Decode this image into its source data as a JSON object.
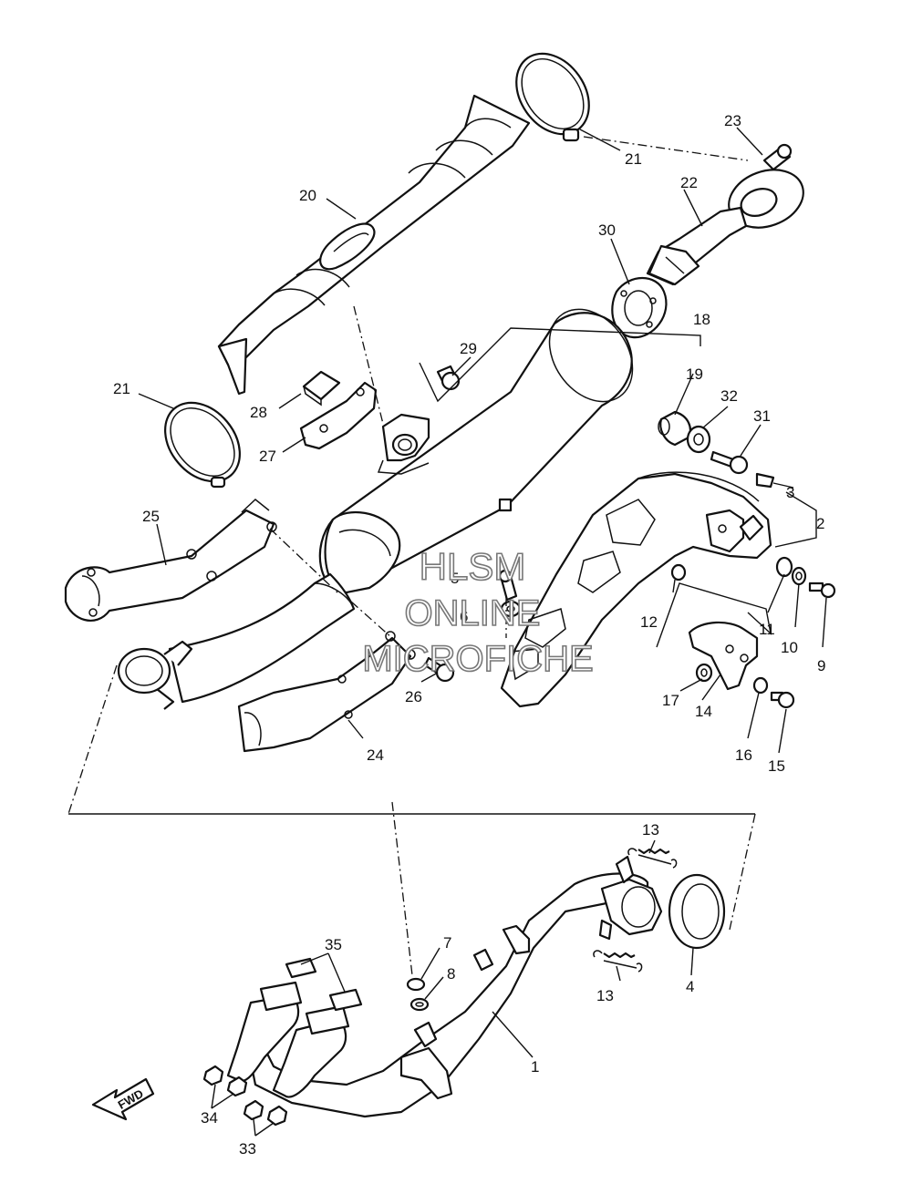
{
  "watermark": {
    "line1": "HLSM",
    "line2": "ONLINE",
    "line3": "MICROFICHE"
  },
  "fwd_label": "FWD",
  "callouts": [
    {
      "id": "c1",
      "label": "1"
    },
    {
      "id": "c2",
      "label": "2"
    },
    {
      "id": "c3",
      "label": "3"
    },
    {
      "id": "c4",
      "label": "4"
    },
    {
      "id": "c5",
      "label": "5"
    },
    {
      "id": "c6",
      "label": "6"
    },
    {
      "id": "c7",
      "label": "7"
    },
    {
      "id": "c8",
      "label": "8"
    },
    {
      "id": "c9",
      "label": "9"
    },
    {
      "id": "c10",
      "label": "10"
    },
    {
      "id": "c11",
      "label": "11"
    },
    {
      "id": "c12",
      "label": "12"
    },
    {
      "id": "c13a",
      "label": "13"
    },
    {
      "id": "c13b",
      "label": "13"
    },
    {
      "id": "c14",
      "label": "14"
    },
    {
      "id": "c15",
      "label": "15"
    },
    {
      "id": "c16",
      "label": "16"
    },
    {
      "id": "c17",
      "label": "17"
    },
    {
      "id": "c18",
      "label": "18"
    },
    {
      "id": "c19",
      "label": "19"
    },
    {
      "id": "c20",
      "label": "20"
    },
    {
      "id": "c21a",
      "label": "21"
    },
    {
      "id": "c21b",
      "label": "21"
    },
    {
      "id": "c22",
      "label": "22"
    },
    {
      "id": "c23",
      "label": "23"
    },
    {
      "id": "c24",
      "label": "24"
    },
    {
      "id": "c25",
      "label": "25"
    },
    {
      "id": "c26",
      "label": "26"
    },
    {
      "id": "c27",
      "label": "27"
    },
    {
      "id": "c28",
      "label": "28"
    },
    {
      "id": "c29",
      "label": "29"
    },
    {
      "id": "c30",
      "label": "30"
    },
    {
      "id": "c31",
      "label": "31"
    },
    {
      "id": "c32",
      "label": "32"
    },
    {
      "id": "c33",
      "label": "33"
    },
    {
      "id": "c34",
      "label": "34"
    },
    {
      "id": "c35",
      "label": "35"
    }
  ]
}
